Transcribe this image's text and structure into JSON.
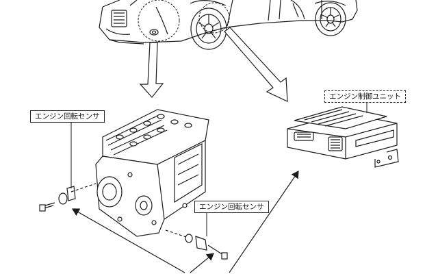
{
  "labels": {
    "sensor_left": "エンジン回転センサ",
    "sensor_right": "エンジン回転センサ",
    "ecu": "エンジン制御ユニット"
  },
  "colors": {
    "line": "#1a1a1a",
    "background": "#ffffff"
  }
}
